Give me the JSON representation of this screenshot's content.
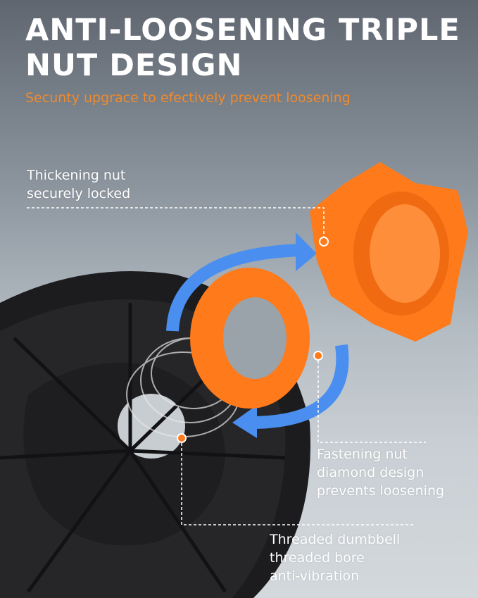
{
  "heading": {
    "line1": "ANTI-LOOSENING TRIPLE",
    "line2": "NUT DESIGN"
  },
  "subtitle": "Secunty upgrace to efectively prevent loosening",
  "callouts": [
    {
      "lines": [
        "Thickening nut",
        "securely locked"
      ]
    },
    {
      "lines": [
        "Fastening nut",
        "diamond design",
        "prevents loosening"
      ]
    },
    {
      "lines": [
        "Threaded dumbbell",
        "threaded bore",
        "anti-vibration"
      ]
    }
  ],
  "colors": {
    "accent": "#f08a2c",
    "nut": "#ff7a1a",
    "arrow": "#4a8ef0",
    "plate": "#1e1e20"
  }
}
